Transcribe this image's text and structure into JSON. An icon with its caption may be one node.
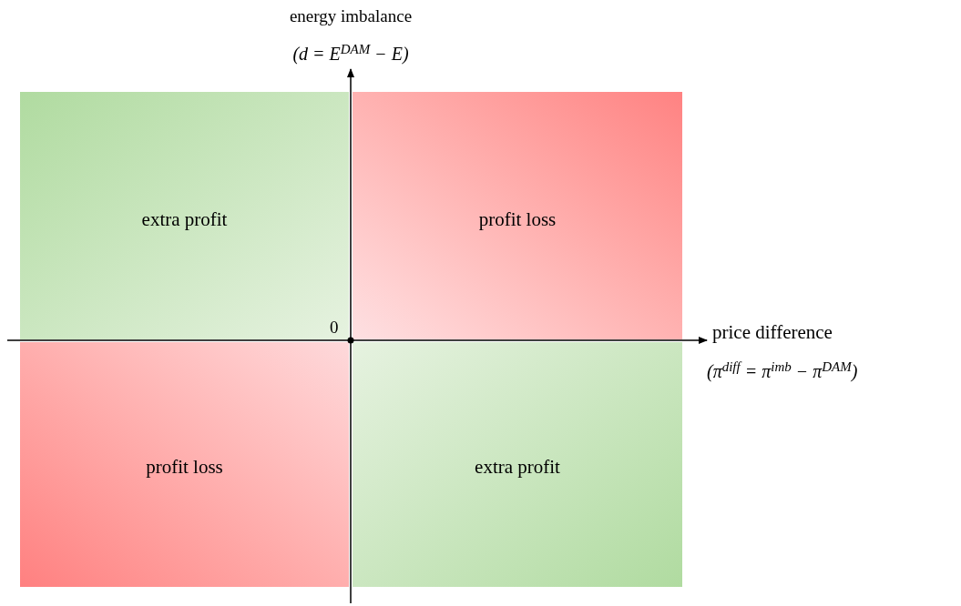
{
  "diagram": {
    "nodes": [
      {
        "text": [
          "extra profit"
        ]
      },
      {
        "text": [
          "profit loss"
        ]
      },
      {
        "text": [
          "profit loss"
        ]
      },
      {
        "text": [
          "extra profit"
        ]
      }
    ],
    "labels": [
      "energy imbalance",
      "(d = E$^{DAM}$ − E)",
      "0",
      "price difference",
      "(π$^{diff}$ = π$^{imb}$ − π$^{DAM}$)"
    ]
  }
}
